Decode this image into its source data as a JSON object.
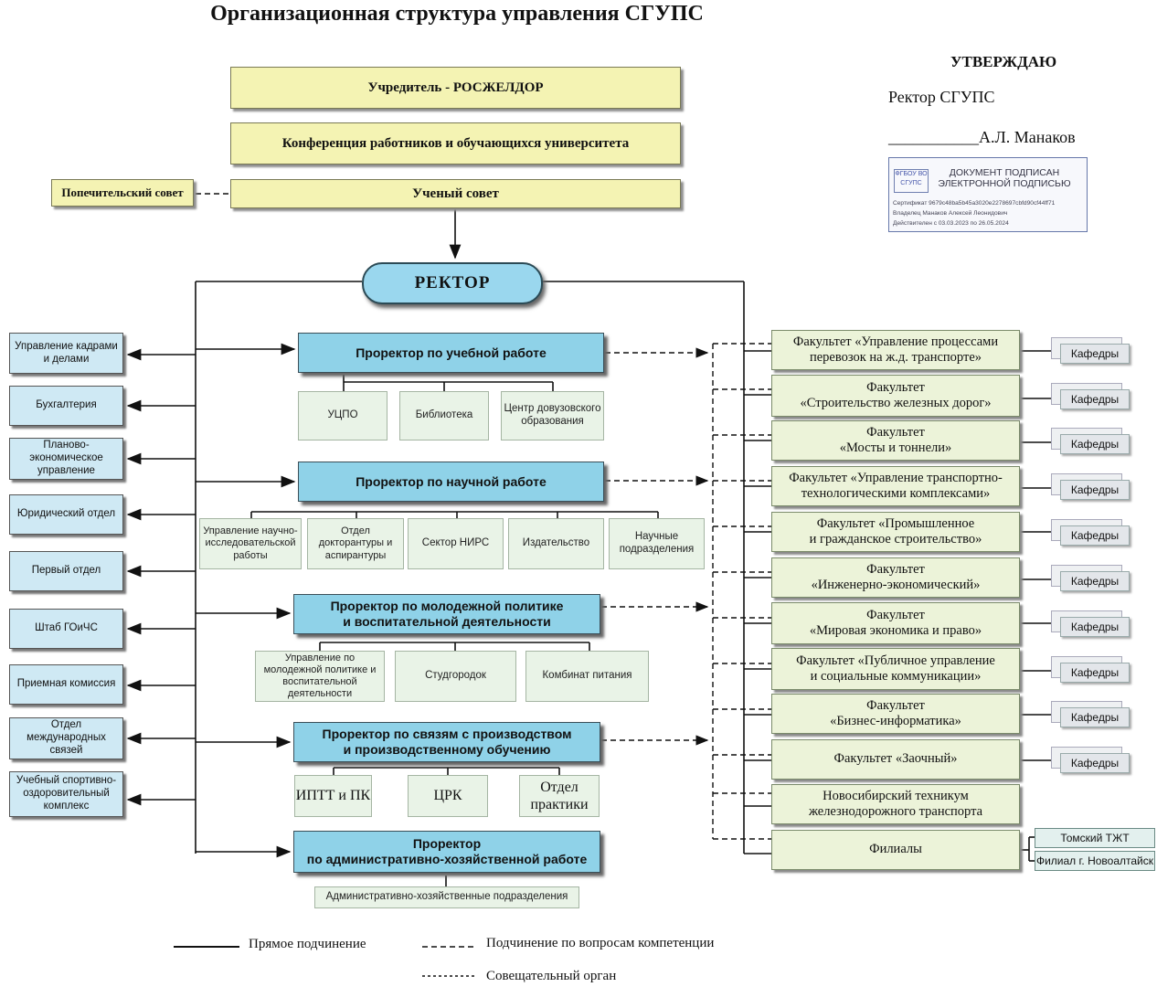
{
  "title": "Организационная структура управления СГУПС",
  "approval": {
    "heading": "УТВЕРЖДАЮ",
    "position": "Ректор СГУПС",
    "signature_line": "___________А.Л. Манаков",
    "stamp": {
      "logo_text": "ФГБОУ ВО СГУПС",
      "header_line1": "ДОКУМЕНТ ПОДПИСАН",
      "header_line2": "ЭЛЕКТРОННОЙ ПОДПИСЬЮ",
      "certificate": "Сертификат 9679c48ba5b45a3020e2278697cbfd90cf44ff71",
      "owner": "Владелец Манаков Алексей Леонидович",
      "valid": "Действителен с 03.03.2023 по 26.05.2024"
    }
  },
  "top": {
    "founder": "Учредитель - РОСЖЕЛДОР",
    "conference": "Конференция работников и обучающихся университета",
    "academic_council": "Ученый совет",
    "board_of_trustees": "Попечительский совет",
    "rector": "РЕКТОР"
  },
  "left_departments": [
    "Управление кадрами и делами",
    "Бухгалтерия",
    "Планово-экономическое управление",
    "Юридический отдел",
    "Первый отдел",
    "Штаб ГОиЧС",
    "Приемная комиссия",
    "Отдел международных связей",
    "Учебный спортивно-оздоровительный комплекс"
  ],
  "vice_rectors": [
    {
      "title": "Проректор по учебной работе",
      "units": [
        "УЦПО",
        "Библиотека",
        "Центр довузовского образования"
      ]
    },
    {
      "title": "Проректор по научной работе",
      "units": [
        "Управление научно-исследовательской работы",
        "Отдел докторантуры и аспирантуры",
        "Сектор НИРС",
        "Издательство",
        "Научные подразделения"
      ]
    },
    {
      "title_line1": "Проректор по молодежной политике",
      "title_line2": "и воспитательной деятельности",
      "units": [
        "Управление по молодежной политике и воспитательной деятельности",
        "Студгородок",
        "Комбинат питания"
      ]
    },
    {
      "title_line1": "Проректор по связям с производством",
      "title_line2": "и производственному обучению",
      "units": [
        "ИПТТ и ПК",
        "ЦРК",
        "Отдел практики"
      ]
    },
    {
      "title_line1": "Проректор",
      "title_line2": "по административно-хозяйственной работе",
      "units": [
        "Административно-хозяйственные подразделения"
      ]
    }
  ],
  "faculties": [
    {
      "line1": "Факультет «Управление процессами",
      "line2": "перевозок на ж.д. транспорте»",
      "dept": "Кафедры"
    },
    {
      "line1": "Факультет",
      "line2": "«Строительство железных дорог»",
      "dept": "Кафедры"
    },
    {
      "line1": "Факультет",
      "line2": "«Мосты и тоннели»",
      "dept": "Кафедры"
    },
    {
      "line1": "Факультет «Управление транспортно-",
      "line2": "технологическими комплексами»",
      "dept": "Кафедры"
    },
    {
      "line1": "Факультет «Промышленное",
      "line2": "и гражданское строительство»",
      "dept": "Кафедры"
    },
    {
      "line1": "Факультет",
      "line2": "«Инженерно-экономический»",
      "dept": "Кафедры"
    },
    {
      "line1": "Факультет",
      "line2": "«Мировая экономика и право»",
      "dept": "Кафедры"
    },
    {
      "line1": "Факультет «Публичное управление",
      "line2": "и социальные коммуникации»",
      "dept": "Кафедры"
    },
    {
      "line1": "Факультет",
      "line2": "«Бизнес-информатика»",
      "dept": "Кафедры"
    },
    {
      "line1": "Факультет «Заочный»",
      "line2": "",
      "dept": "Кафедры"
    },
    {
      "line1": "Новосибирский техникум",
      "line2": "железнодорожного транспорта",
      "dept": ""
    },
    {
      "line1": "Филиалы",
      "line2": "",
      "dept": ""
    }
  ],
  "branches": [
    "Томский ТЖТ",
    "Филиал г. Новоалтайск"
  ],
  "legend": {
    "direct": "Прямое подчинение",
    "competence": "Подчинение по вопросам компетенции",
    "advisory": "Совещательный орган"
  }
}
